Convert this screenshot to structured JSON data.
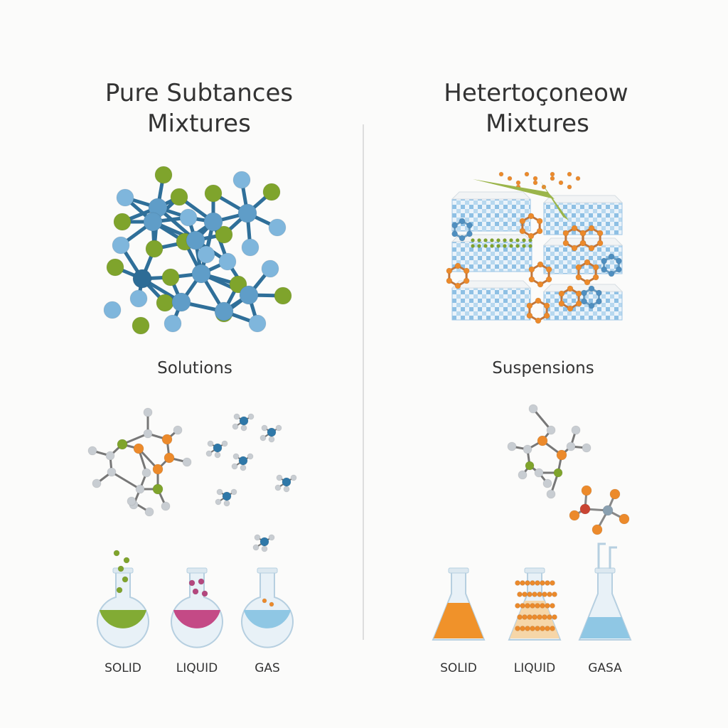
{
  "left": {
    "title_line1": "Pure Subtances",
    "title_line2": "Mixtures",
    "section_label": "Solutions",
    "flask_labels": [
      "SOLID",
      "LIQUID",
      "GAS"
    ]
  },
  "right": {
    "title_line1": "Hetertoçoneow",
    "title_line2": "Mixtures",
    "section_label": "Suspensions",
    "flask_labels": [
      "SOLID",
      "LIQUID",
      "GASA"
    ]
  },
  "colors": {
    "blue_atom": "#7fb6dc",
    "green_atom": "#7fa42c",
    "orange_atom": "#ec8a2b",
    "bond": "#2f6f99",
    "magenta_liquid": "#c44a86",
    "green_liquid": "#82ab34",
    "light_blue_liquid": "#8fc7e4",
    "orange_liquid": "#f0922a"
  }
}
